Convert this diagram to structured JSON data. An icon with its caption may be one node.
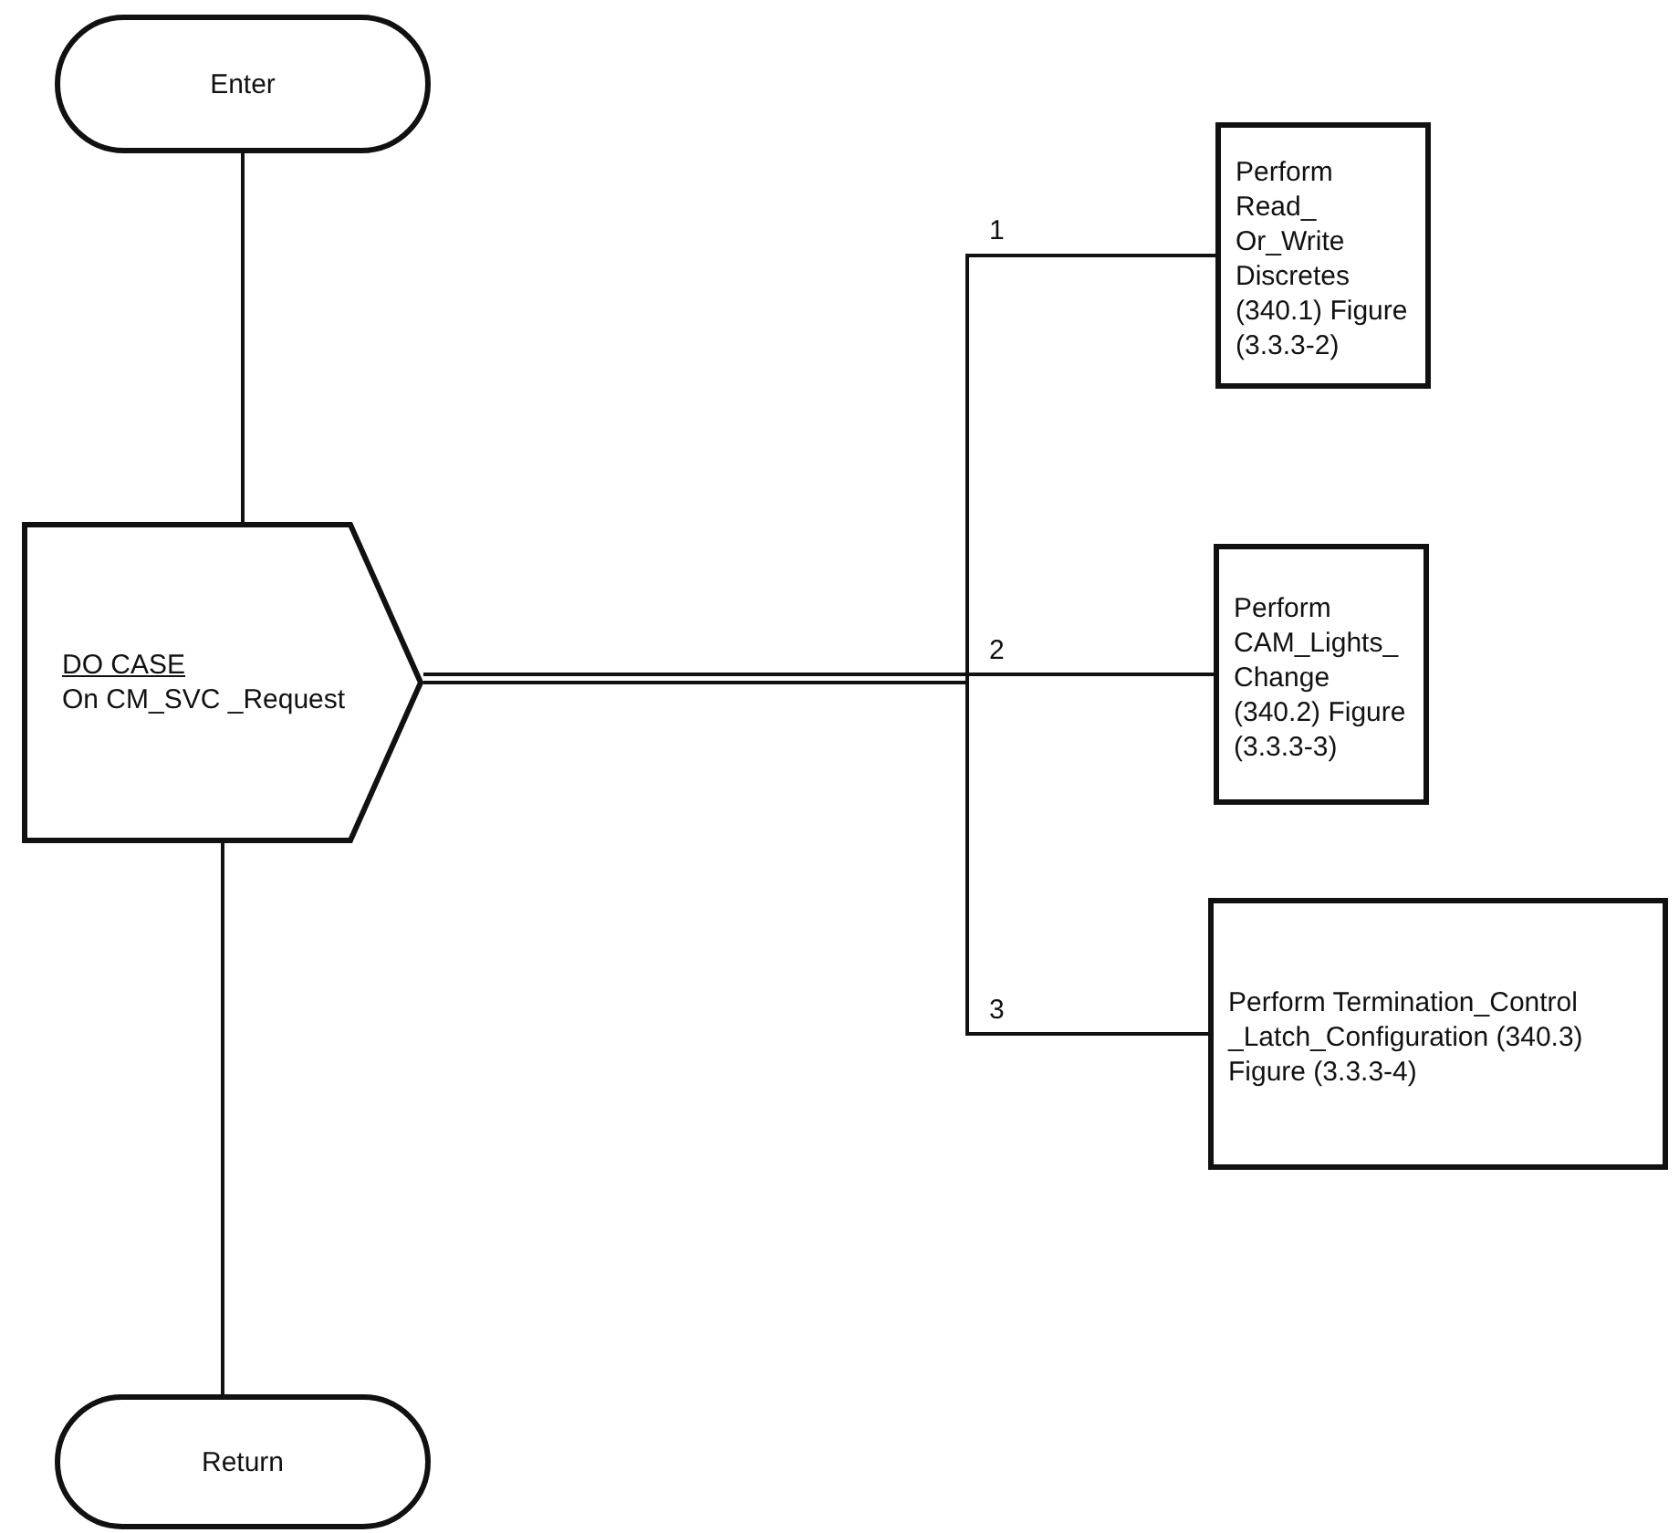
{
  "diagram": {
    "nodes": [
      {
        "text": [
          "Enter"
        ]
      },
      {
        "text": [
          "DO CASE",
          "On CM_SVC _Request"
        ]
      },
      {
        "text": [
          "Perform Read_ Or_Write Discretes (340.1) Figure (3.3.3-2)"
        ]
      },
      {
        "text": [
          "Perform CAM_Lights_ Change (340.2) Figure (3.3.3-3)"
        ]
      },
      {
        "text": [
          "Perform Termination_Control _Latch_Configuration (340.3) Figure (3.3.3-4)"
        ]
      },
      {
        "text": [
          "Return"
        ]
      }
    ],
    "edges": [
      {
        "from": 0,
        "to": 1,
        "arrow": "none"
      },
      {
        "from": 1,
        "to": 2,
        "arrow": "none",
        "label": "1"
      },
      {
        "from": 1,
        "to": 3,
        "arrow": "none",
        "label": "2"
      },
      {
        "from": 1,
        "to": 4,
        "arrow": "none",
        "label": "3"
      },
      {
        "from": 1,
        "to": 5,
        "arrow": "none"
      }
    ]
  }
}
